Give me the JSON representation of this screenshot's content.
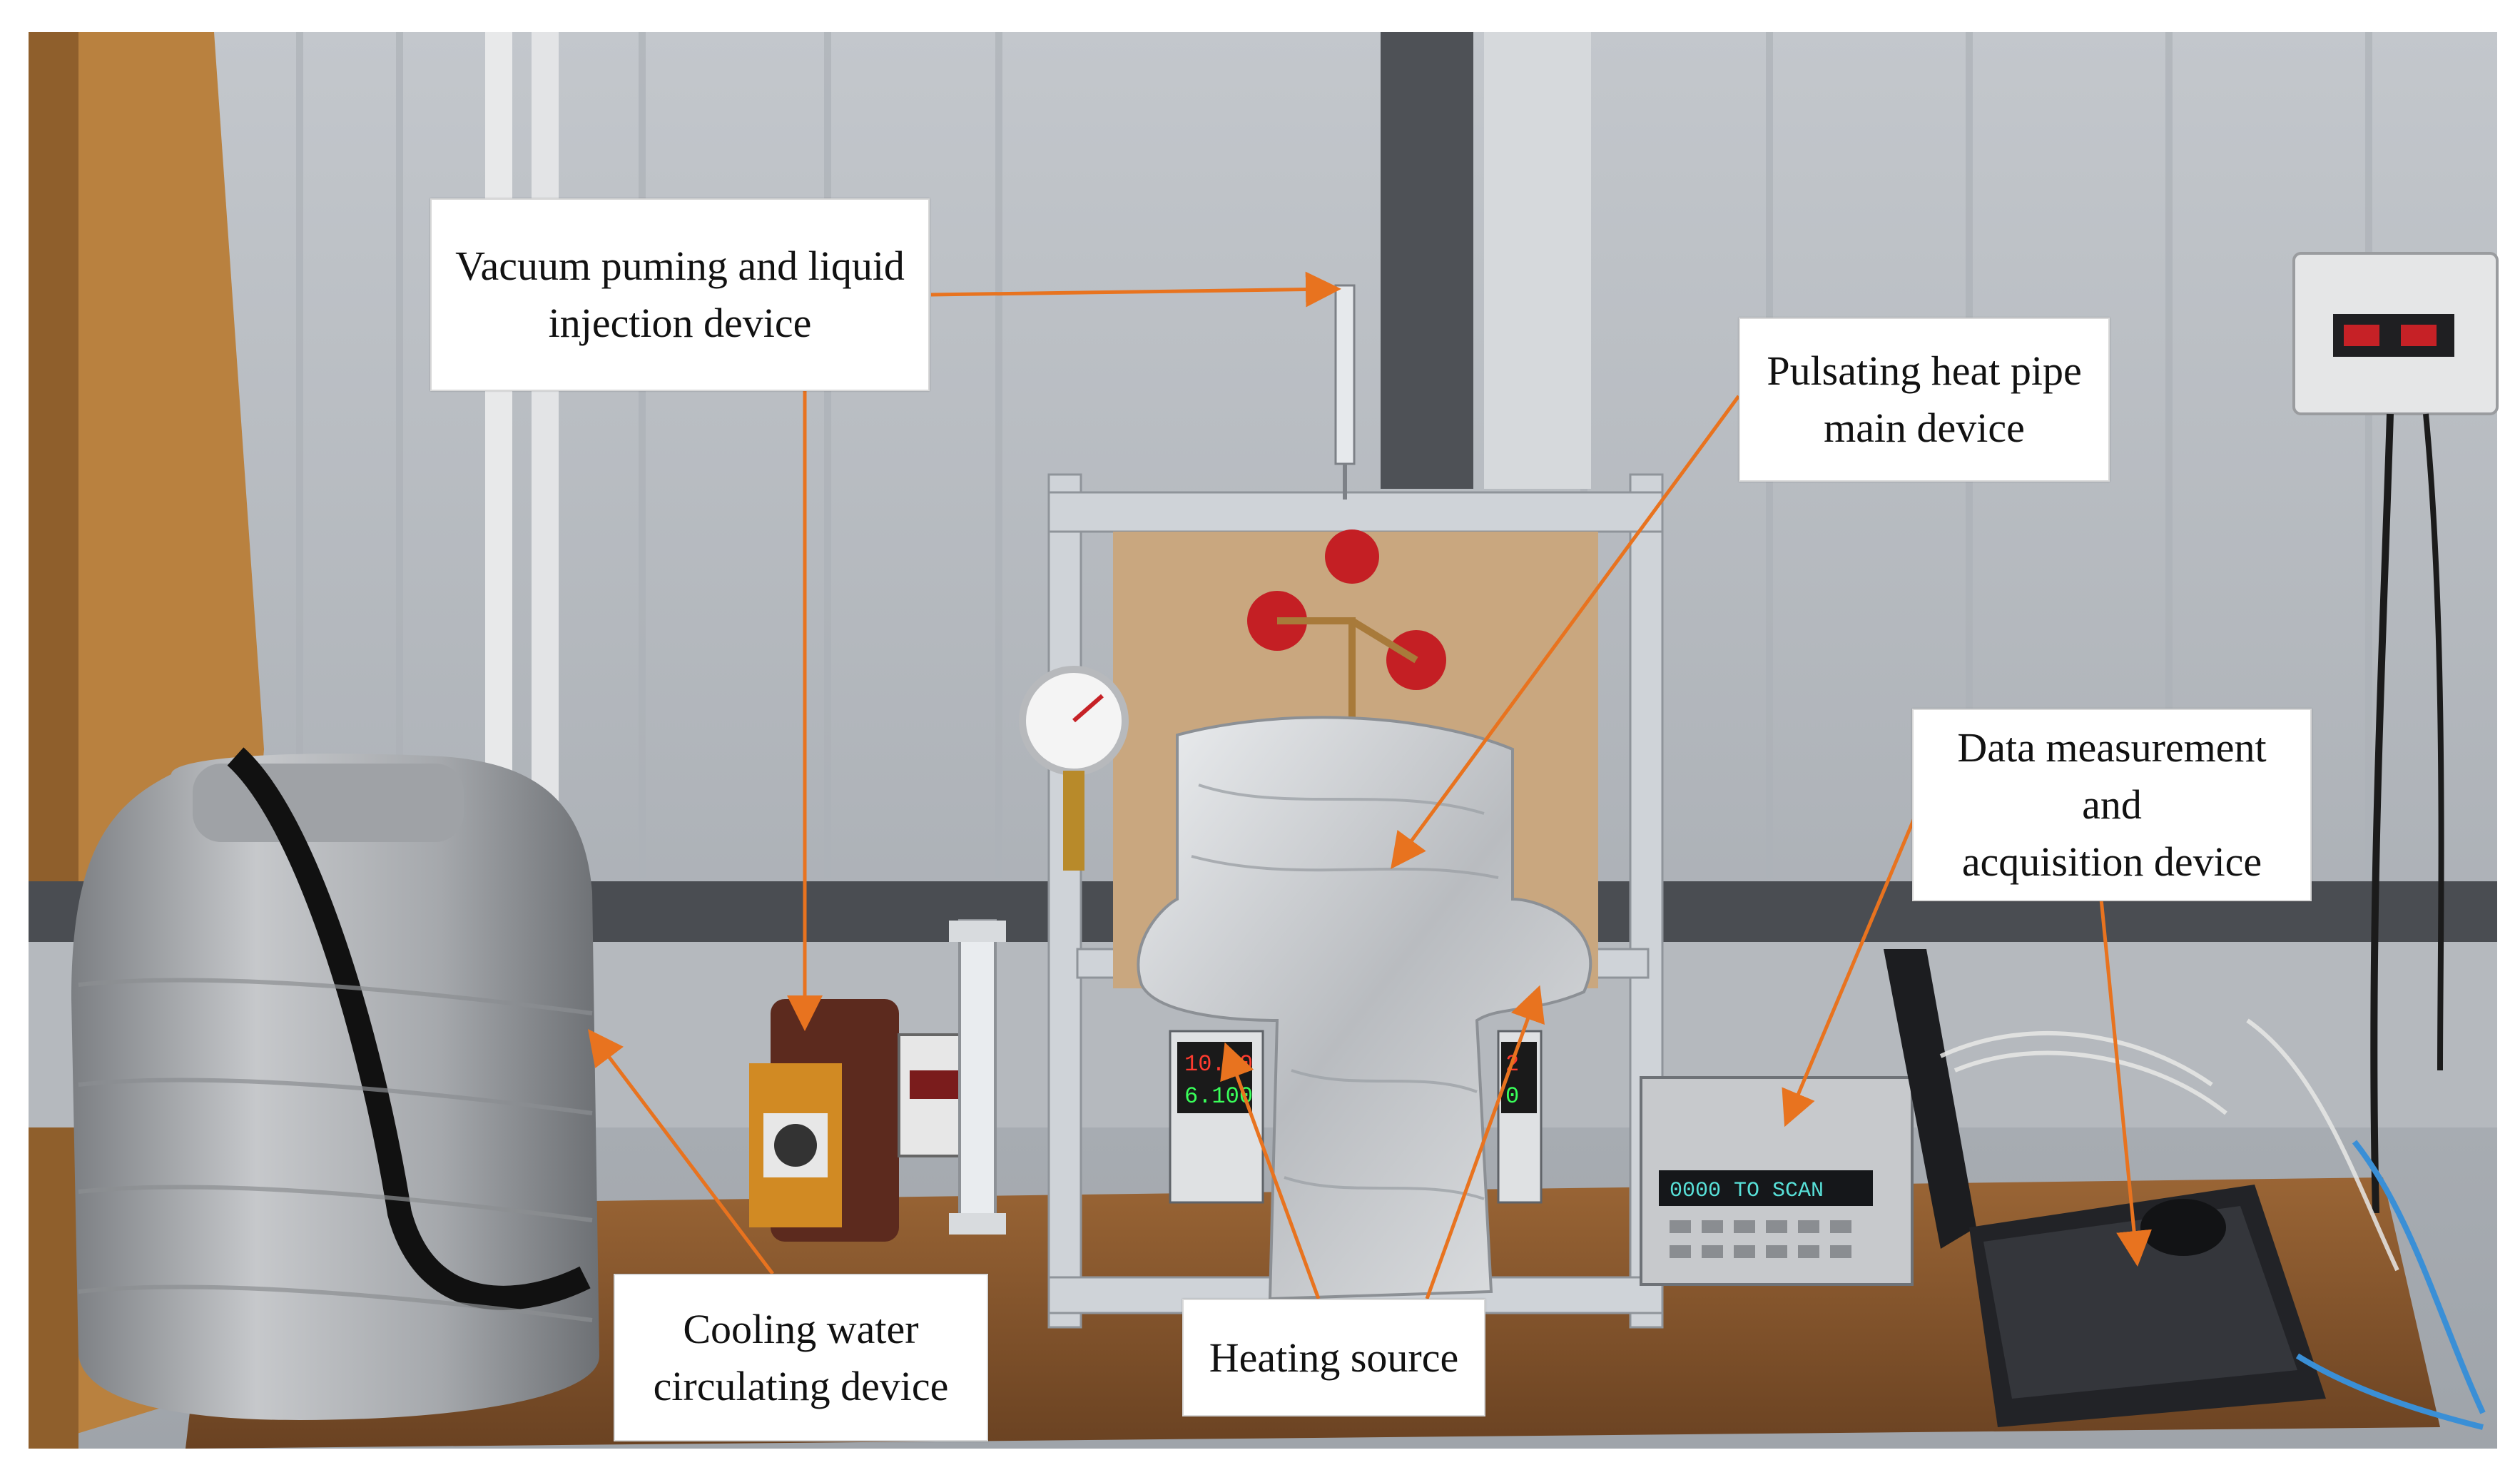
{
  "labels": {
    "vacuum": {
      "line1": "Vacuum puming and liquid",
      "line2": "injection device"
    },
    "pulsating": {
      "line1": "Pulsating heat pipe",
      "line2": "main device"
    },
    "data": {
      "line1": "Data measurement and",
      "line2": "acquisition device"
    },
    "cooling": {
      "line1": "Cooling water",
      "line2": "circulating device"
    },
    "heating": {
      "line1": "Heating source"
    }
  },
  "equipment_readouts": {
    "psu_left_top": "10.00",
    "psu_left_bottom": "6.100",
    "psu_right_top": "2",
    "psu_right_bottom": "0",
    "daq_display": "0000  TO SCAN"
  },
  "colors": {
    "arrow": "#e8731f",
    "wall": "#b7bcc3",
    "wall_stripe": "#c9cdd3",
    "wall_dark_band": "#4a4d52",
    "door_wood": "#b9813f",
    "table": "#8a5a2e",
    "frame_aluminum": "#cfd3d8",
    "backboard": "#c9a77f",
    "foil": "#d9dbde",
    "tank": "#a9acb0",
    "valve_red": "#c41f24"
  },
  "icons": {
    "arrow": "arrow-icon"
  }
}
